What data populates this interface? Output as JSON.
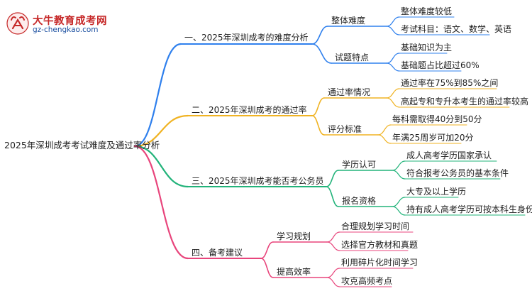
{
  "logo": {
    "title": "大牛教育成考网",
    "url": "gz-chengkao.com"
  },
  "colors": {
    "branch1": "#2f80ed",
    "branch2": "#f0b323",
    "branch3": "#22b37a",
    "branch4": "#e8457c"
  },
  "mindmap": {
    "root": "2025年深圳成考考试难度及通过率分析",
    "branches": [
      {
        "label": "一、2025年深圳成考的难度分析",
        "children": [
          {
            "label": "整体难度",
            "leaves": [
              "整体难度较低",
              "考试科目：语文、数学、英语"
            ]
          },
          {
            "label": "试题特点",
            "leaves": [
              "基础知识为主",
              "基础题占比超过60%"
            ]
          }
        ]
      },
      {
        "label": "二、2025年深圳成考的通过率",
        "children": [
          {
            "label": "通过率情况",
            "leaves": [
              "通过率在75%到85%之间",
              "高起专和专升本考生的通过率较高"
            ]
          },
          {
            "label": "评分标准",
            "leaves": [
              "每科需取得40分到50分",
              "年满25周岁可加20分"
            ]
          }
        ]
      },
      {
        "label": "三、2025年深圳成考能否考公务员",
        "children": [
          {
            "label": "学历认可",
            "leaves": [
              "成人高考学历国家承认",
              "符合报考公务员的基本条件"
            ]
          },
          {
            "label": "报名资格",
            "leaves": [
              "大专及以上学历",
              "持有成人高考学历可按本科生身份报名"
            ]
          }
        ]
      },
      {
        "label": "四、备考建议",
        "children": [
          {
            "label": "学习规划",
            "leaves": [
              "合理规划学习时间",
              "选择官方教材和真题"
            ]
          },
          {
            "label": "提高效率",
            "leaves": [
              "利用碎片化时间学习",
              "攻克高频考点"
            ]
          }
        ]
      }
    ]
  }
}
